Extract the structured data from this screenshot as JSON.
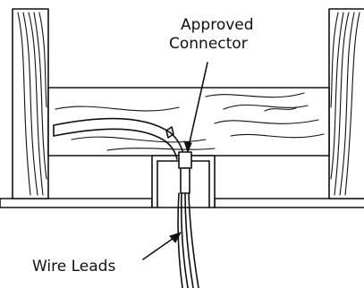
{
  "labels": {
    "connector_line1": "Approved",
    "connector_line2": "Connector",
    "wire_leads": "Wire Leads"
  },
  "colors": {
    "ink": "#111111",
    "background": "#ffffff"
  }
}
